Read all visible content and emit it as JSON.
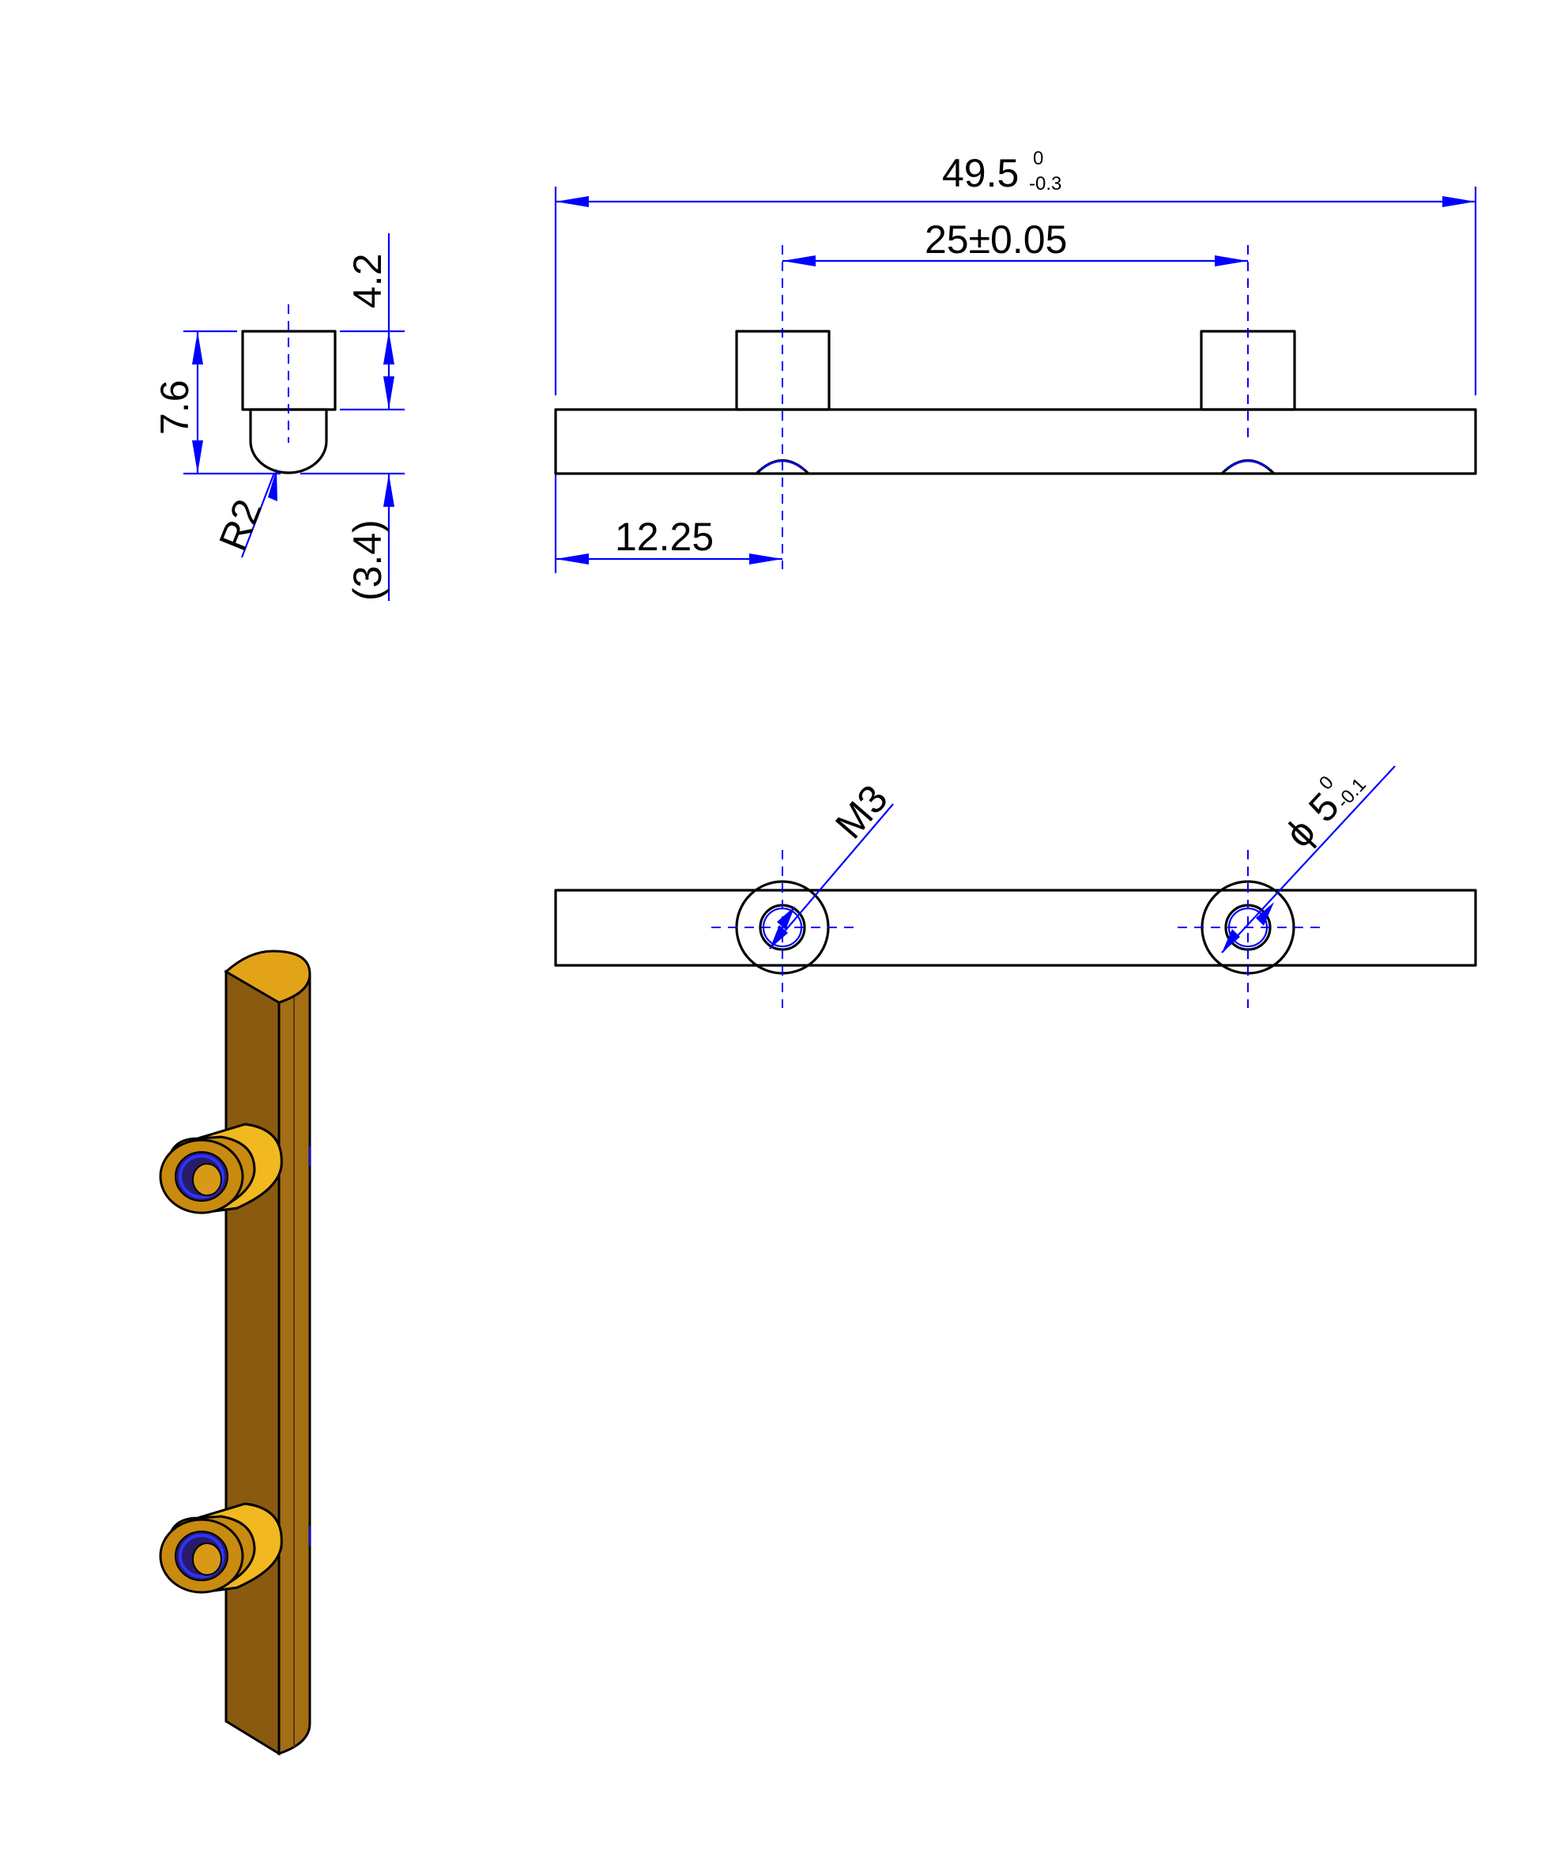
{
  "dimensions": {
    "overall_length": "49.5",
    "overall_tol_upper": "0",
    "overall_tol_lower": "-0.3",
    "hole_pitch": "25±0.05",
    "edge_to_hole": "12.25",
    "end_height": "7.6",
    "boss_height": "4.2",
    "base_height": "(3.4)",
    "radius": "R2",
    "thread": "M3",
    "boss_diameter_symbol": "ϕ",
    "boss_diameter": "5",
    "boss_tol_upper": "0",
    "boss_tol_lower": "-0.1"
  },
  "colors": {
    "outline": "#000000",
    "dimension": "#0000ff",
    "brass_light": "#f2b820",
    "brass_mid": "#c98a10",
    "brass_dark": "#8a5a10"
  }
}
